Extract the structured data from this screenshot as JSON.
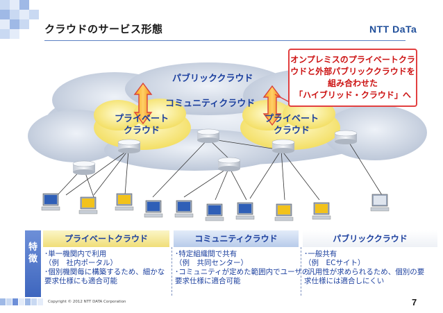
{
  "header": {
    "title": "クラウドのサービス形態",
    "logo": "NTT DaTa"
  },
  "diagram": {
    "public_label": "パブリッククラウド",
    "community_label": "コミュニティクラウド",
    "private_left": [
      "プライベート",
      "クラウド"
    ],
    "private_right": [
      "プライベート",
      "クラウド"
    ],
    "callout": [
      "オンプレミスのプライベートクラ",
      "ウドと外部パブリッククラウドを",
      "組み合わせた",
      "「ハイブリッド・クラウド」へ"
    ]
  },
  "table": {
    "side_label": [
      "特",
      "徴"
    ],
    "columns": [
      {
        "header": "プライベートクラウド",
        "lines": [
          "･単一機関内で利用",
          "（例　社内ポータル）",
          "･個別機関毎に構築するため、細かな",
          "要求仕様にも適合可能"
        ]
      },
      {
        "header": "コミュニティクラウド",
        "lines": [
          "･特定組織間で共有",
          "（例　共同センター）",
          "･コミュニティが定めた範囲内でユーザの",
          "要求仕様に適合可能"
        ]
      },
      {
        "header": "パブリッククラウド",
        "lines": [
          "･一般共有",
          "（例　ECサイト）",
          "･汎用性が求められるため、個別の要",
          "求仕様には適合しにくい"
        ]
      }
    ]
  },
  "footer": {
    "copyright": "Copyright © 2012 NTT DATA Corporation",
    "page": "7"
  }
}
